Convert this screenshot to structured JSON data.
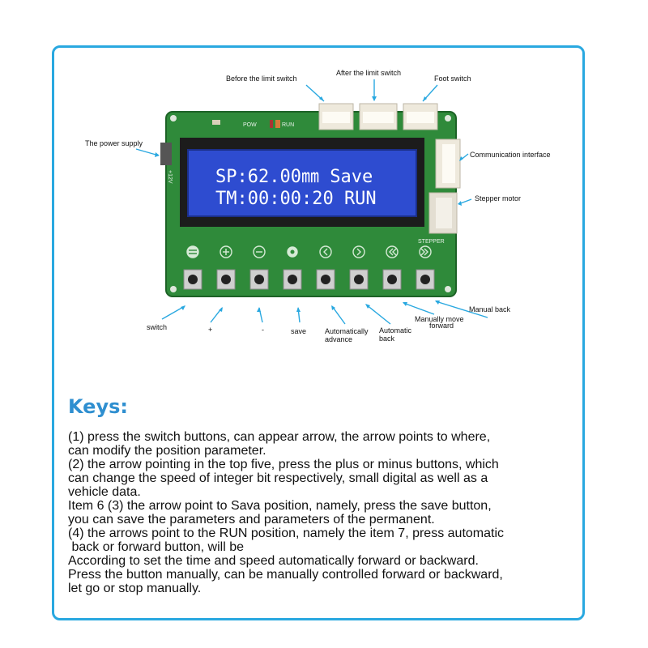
{
  "diagram": {
    "labels": {
      "before_limit": "Before the limit switch",
      "after_limit": "After the limit switch",
      "foot_switch": "Foot switch",
      "power_supply": "The power supply",
      "comm_interface": "Communication interface",
      "stepper_motor": "Stepper motor",
      "manual_back": "Manual back",
      "manual_forward_1": "Manually move",
      "manual_forward_2": "forward",
      "switch": "switch",
      "plus": "+",
      "minus": "-",
      "save": "save",
      "auto_advance_1": "Automatically",
      "auto_advance_2": "advance",
      "auto_back_1": "Automatic",
      "auto_back_2": "back"
    },
    "board": {
      "pow_label": "POW",
      "run_label": "RUN",
      "volt_label": "+12V",
      "stepper_label": "STEPPER",
      "lcd_line1": "SP:62.00㎜ Save",
      "lcd_line2": "TM:00:00:20 RUN",
      "colors": {
        "pcb": "#2f8a3a",
        "lcd": "#2e4cd0",
        "accent": "#29a8e0"
      }
    }
  },
  "keys": {
    "title": "Keys:",
    "lines": [
      "(1) press the switch buttons, can appear arrow, the arrow points to where,",
      "can modify the position parameter.",
      "(2) the arrow pointing in the top five, press the plus or minus buttons, which",
      "can change the speed of integer bit respectively, small digital as well as a",
      "vehicle data.",
      "Item 6 (3) the arrow point to Sava position, namely, press the save button,",
      "you can save the parameters and parameters of the permanent.",
      "(4) the arrows point to the RUN position, namely the item 7, press automatic",
      " back or forward button, will be",
      "According to set the time and speed automatically forward or backward.",
      "Press the button manually, can be manually controlled forward or backward,",
      "let go or stop manually."
    ]
  }
}
